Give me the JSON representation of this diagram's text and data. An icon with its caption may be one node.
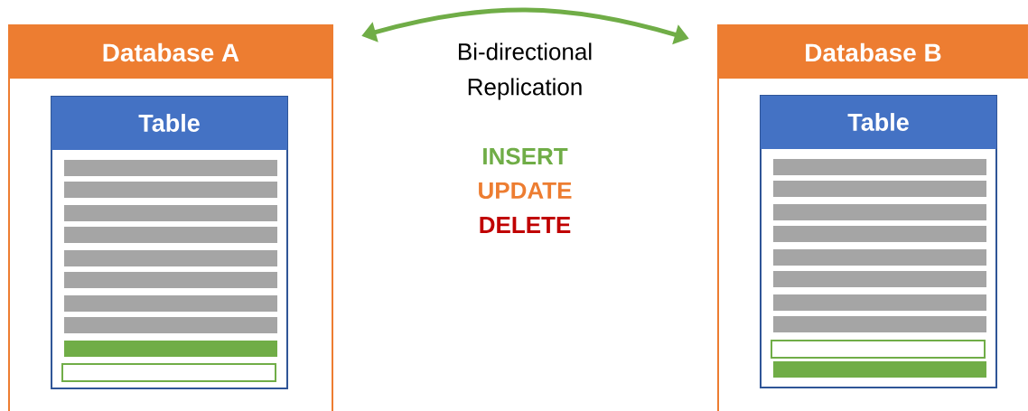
{
  "diagram": {
    "nodes": [
      {
        "text": [
          "Database A"
        ]
      },
      {
        "text": [
          "Table"
        ],
        "in": 0
      },
      {
        "text": [
          "Database B"
        ]
      },
      {
        "text": [
          "Table"
        ],
        "in": 2
      }
    ],
    "edges": [
      {
        "from": 0,
        "to": 2,
        "arrow": "both",
        "label": "Bi-directional Replication",
        "color": "#70ad47"
      }
    ],
    "labels": [
      "INSERT",
      "UPDATE",
      "DELETE"
    ]
  }
}
